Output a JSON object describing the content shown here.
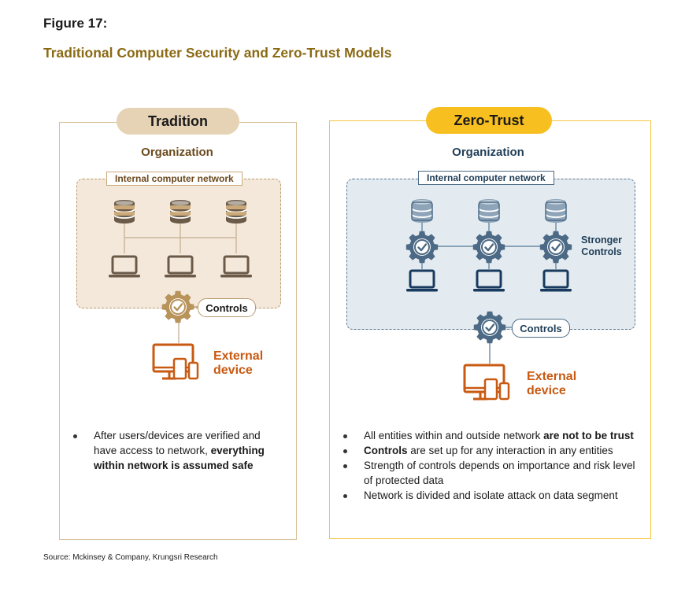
{
  "figure_label": "Figure 17:",
  "figure_title": "Traditional Computer Security and Zero-Trust Models",
  "left": {
    "pill": "Tradition",
    "organization": "Organization",
    "network_label": "Internal computer network",
    "controls_label": "Controls",
    "external_line1": "External",
    "external_line2": "device",
    "bullet1_a": "After users/devices are verified and have access to network, ",
    "bullet1_b": "everything within network is assumed safe",
    "colors": {
      "fill": "#f3e8da",
      "border": "#d8bf98",
      "icon": "#6b5a48",
      "accent": "#c85a12"
    }
  },
  "right": {
    "pill": "Zero-Trust",
    "organization": "Organization",
    "network_label": "Internal computer network",
    "stronger_line1": "Stronger",
    "stronger_line2": "Controls",
    "controls_label": "Controls",
    "external_line1": "External",
    "external_line2": "device",
    "bullet1_a": "All entities within and outside network ",
    "bullet1_b": "are not to be trust",
    "bullet2_a": "Controls",
    "bullet2_b": " are set up for any interaction in any entities",
    "bullet3": "Strength of  controls depends on importance and risk level of protected data",
    "bullet4": "Network is divided and isolate attack on data segment",
    "colors": {
      "fill": "#e3ebf0",
      "border": "#f5c542",
      "icon": "#1f3d57",
      "accent": "#c85a12"
    }
  },
  "source": "Source: Mckinsey & Company, Krungsri Research"
}
